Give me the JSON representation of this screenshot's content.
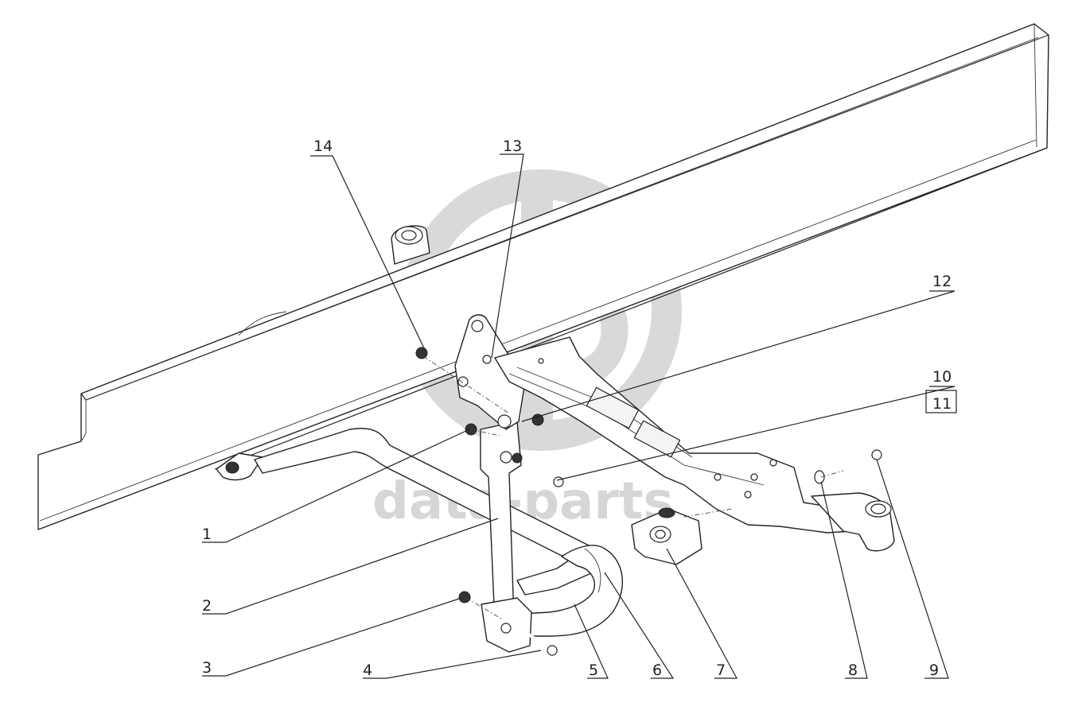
{
  "figure": {
    "watermark_text": "data-parts",
    "callouts": [
      {
        "id": "c1",
        "label": "1"
      },
      {
        "id": "c2",
        "label": "2"
      },
      {
        "id": "c3",
        "label": "3"
      },
      {
        "id": "c4",
        "label": "4"
      },
      {
        "id": "c5",
        "label": "5"
      },
      {
        "id": "c6",
        "label": "6"
      },
      {
        "id": "c7",
        "label": "7"
      },
      {
        "id": "c8",
        "label": "8"
      },
      {
        "id": "c9",
        "label": "9"
      },
      {
        "id": "c10",
        "label": "10"
      },
      {
        "id": "c11",
        "label": "11"
      },
      {
        "id": "c12",
        "label": "12"
      },
      {
        "id": "c13",
        "label": "13"
      },
      {
        "id": "c14",
        "label": "14"
      }
    ]
  }
}
